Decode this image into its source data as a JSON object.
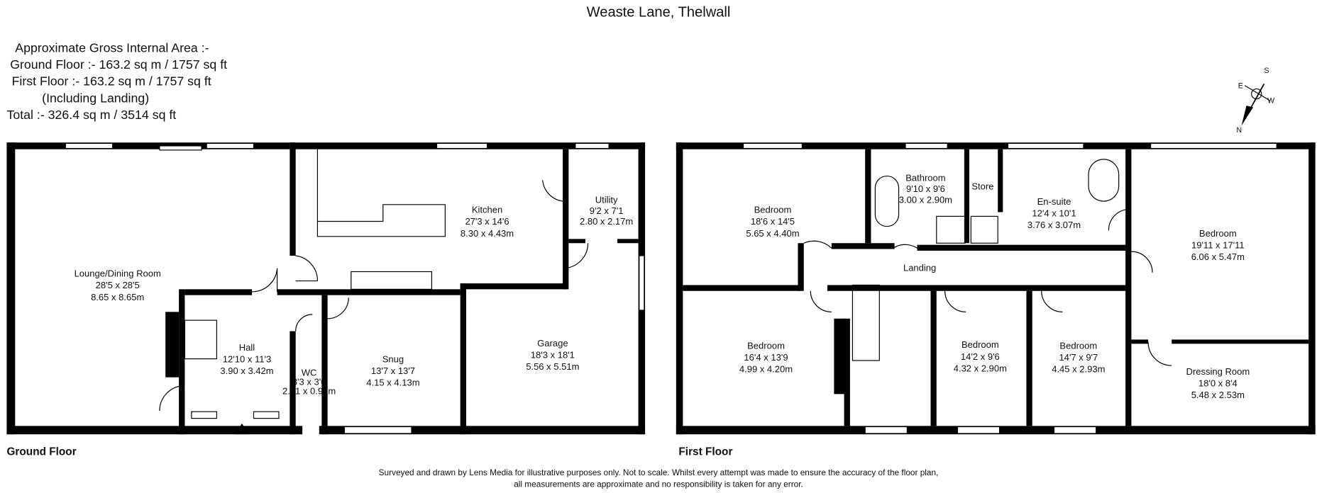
{
  "title": "Weaste Lane, Thelwall",
  "area": {
    "heading": "Approximate Gross Internal Area :-",
    "ground": "Ground Floor :- 163.2 sq m / 1757 sq ft",
    "first": "First Floor :- 163.2 sq m / 1757 sq ft",
    "first_note": "(Including Landing)",
    "total": "Total :- 326.4 sq m / 3514 sq ft"
  },
  "compass": {
    "n": "N",
    "s": "S",
    "e": "E",
    "w": "W"
  },
  "ground_floor": {
    "label": "Ground Floor",
    "rooms": [
      {
        "name": "Lounge/Dining Room",
        "imperial": "28'5 x 28'5",
        "metric": "8.65 x 8.65m"
      },
      {
        "name": "Kitchen",
        "imperial": "27'3 x 14'6",
        "metric": "8.30 x 4.43m"
      },
      {
        "name": "Utility",
        "imperial": "9'2 x 7'1",
        "metric": "2.80 x 2.17m"
      },
      {
        "name": "Hall",
        "imperial": "12'10 x 11'3",
        "metric": "3.90 x 3.42m"
      },
      {
        "name": "WC",
        "imperial": "8'3 x 3'0",
        "metric": "2.51 x 0.92m"
      },
      {
        "name": "Snug",
        "imperial": "13'7 x 13'7",
        "metric": "4.15 x 4.13m"
      },
      {
        "name": "Garage",
        "imperial": "18'3 x 18'1",
        "metric": "5.56 x 5.51m"
      }
    ]
  },
  "first_floor": {
    "label": "First Floor",
    "rooms": [
      {
        "name": "Bedroom",
        "imperial": "18'6 x 14'5",
        "metric": "5.65 x 4.40m"
      },
      {
        "name": "Bathroom",
        "imperial": "9'10 x 9'6",
        "metric": "3.00 x 2.90m"
      },
      {
        "name": "Store",
        "imperial": "",
        "metric": ""
      },
      {
        "name": "En-suite",
        "imperial": "12'4 x 10'1",
        "metric": "3.76 x 3.07m"
      },
      {
        "name": "Bedroom",
        "imperial": "19'11 x 17'11",
        "metric": "6.06 x 5.47m"
      },
      {
        "name": "Landing",
        "imperial": "",
        "metric": ""
      },
      {
        "name": "Bedroom",
        "imperial": "16'4 x 13'9",
        "metric": "4.99 x 4.20m"
      },
      {
        "name": "Bedroom",
        "imperial": "14'2 x 9'6",
        "metric": "4.32 x 2.90m"
      },
      {
        "name": "Bedroom",
        "imperial": "14'7 x 9'7",
        "metric": "4.45 x 2.93m"
      },
      {
        "name": "Dressing Room",
        "imperial": "18'0 x 8'4",
        "metric": "5.48 x 2.53m"
      }
    ]
  },
  "footer": {
    "line1": "Surveyed and drawn by Lens Media for illustrative purposes only. Not to scale. Whilst every attempt was made to ensure the accuracy of the floor plan,",
    "line2": "all measurements are approximate and no responsibility is taken for any error."
  }
}
